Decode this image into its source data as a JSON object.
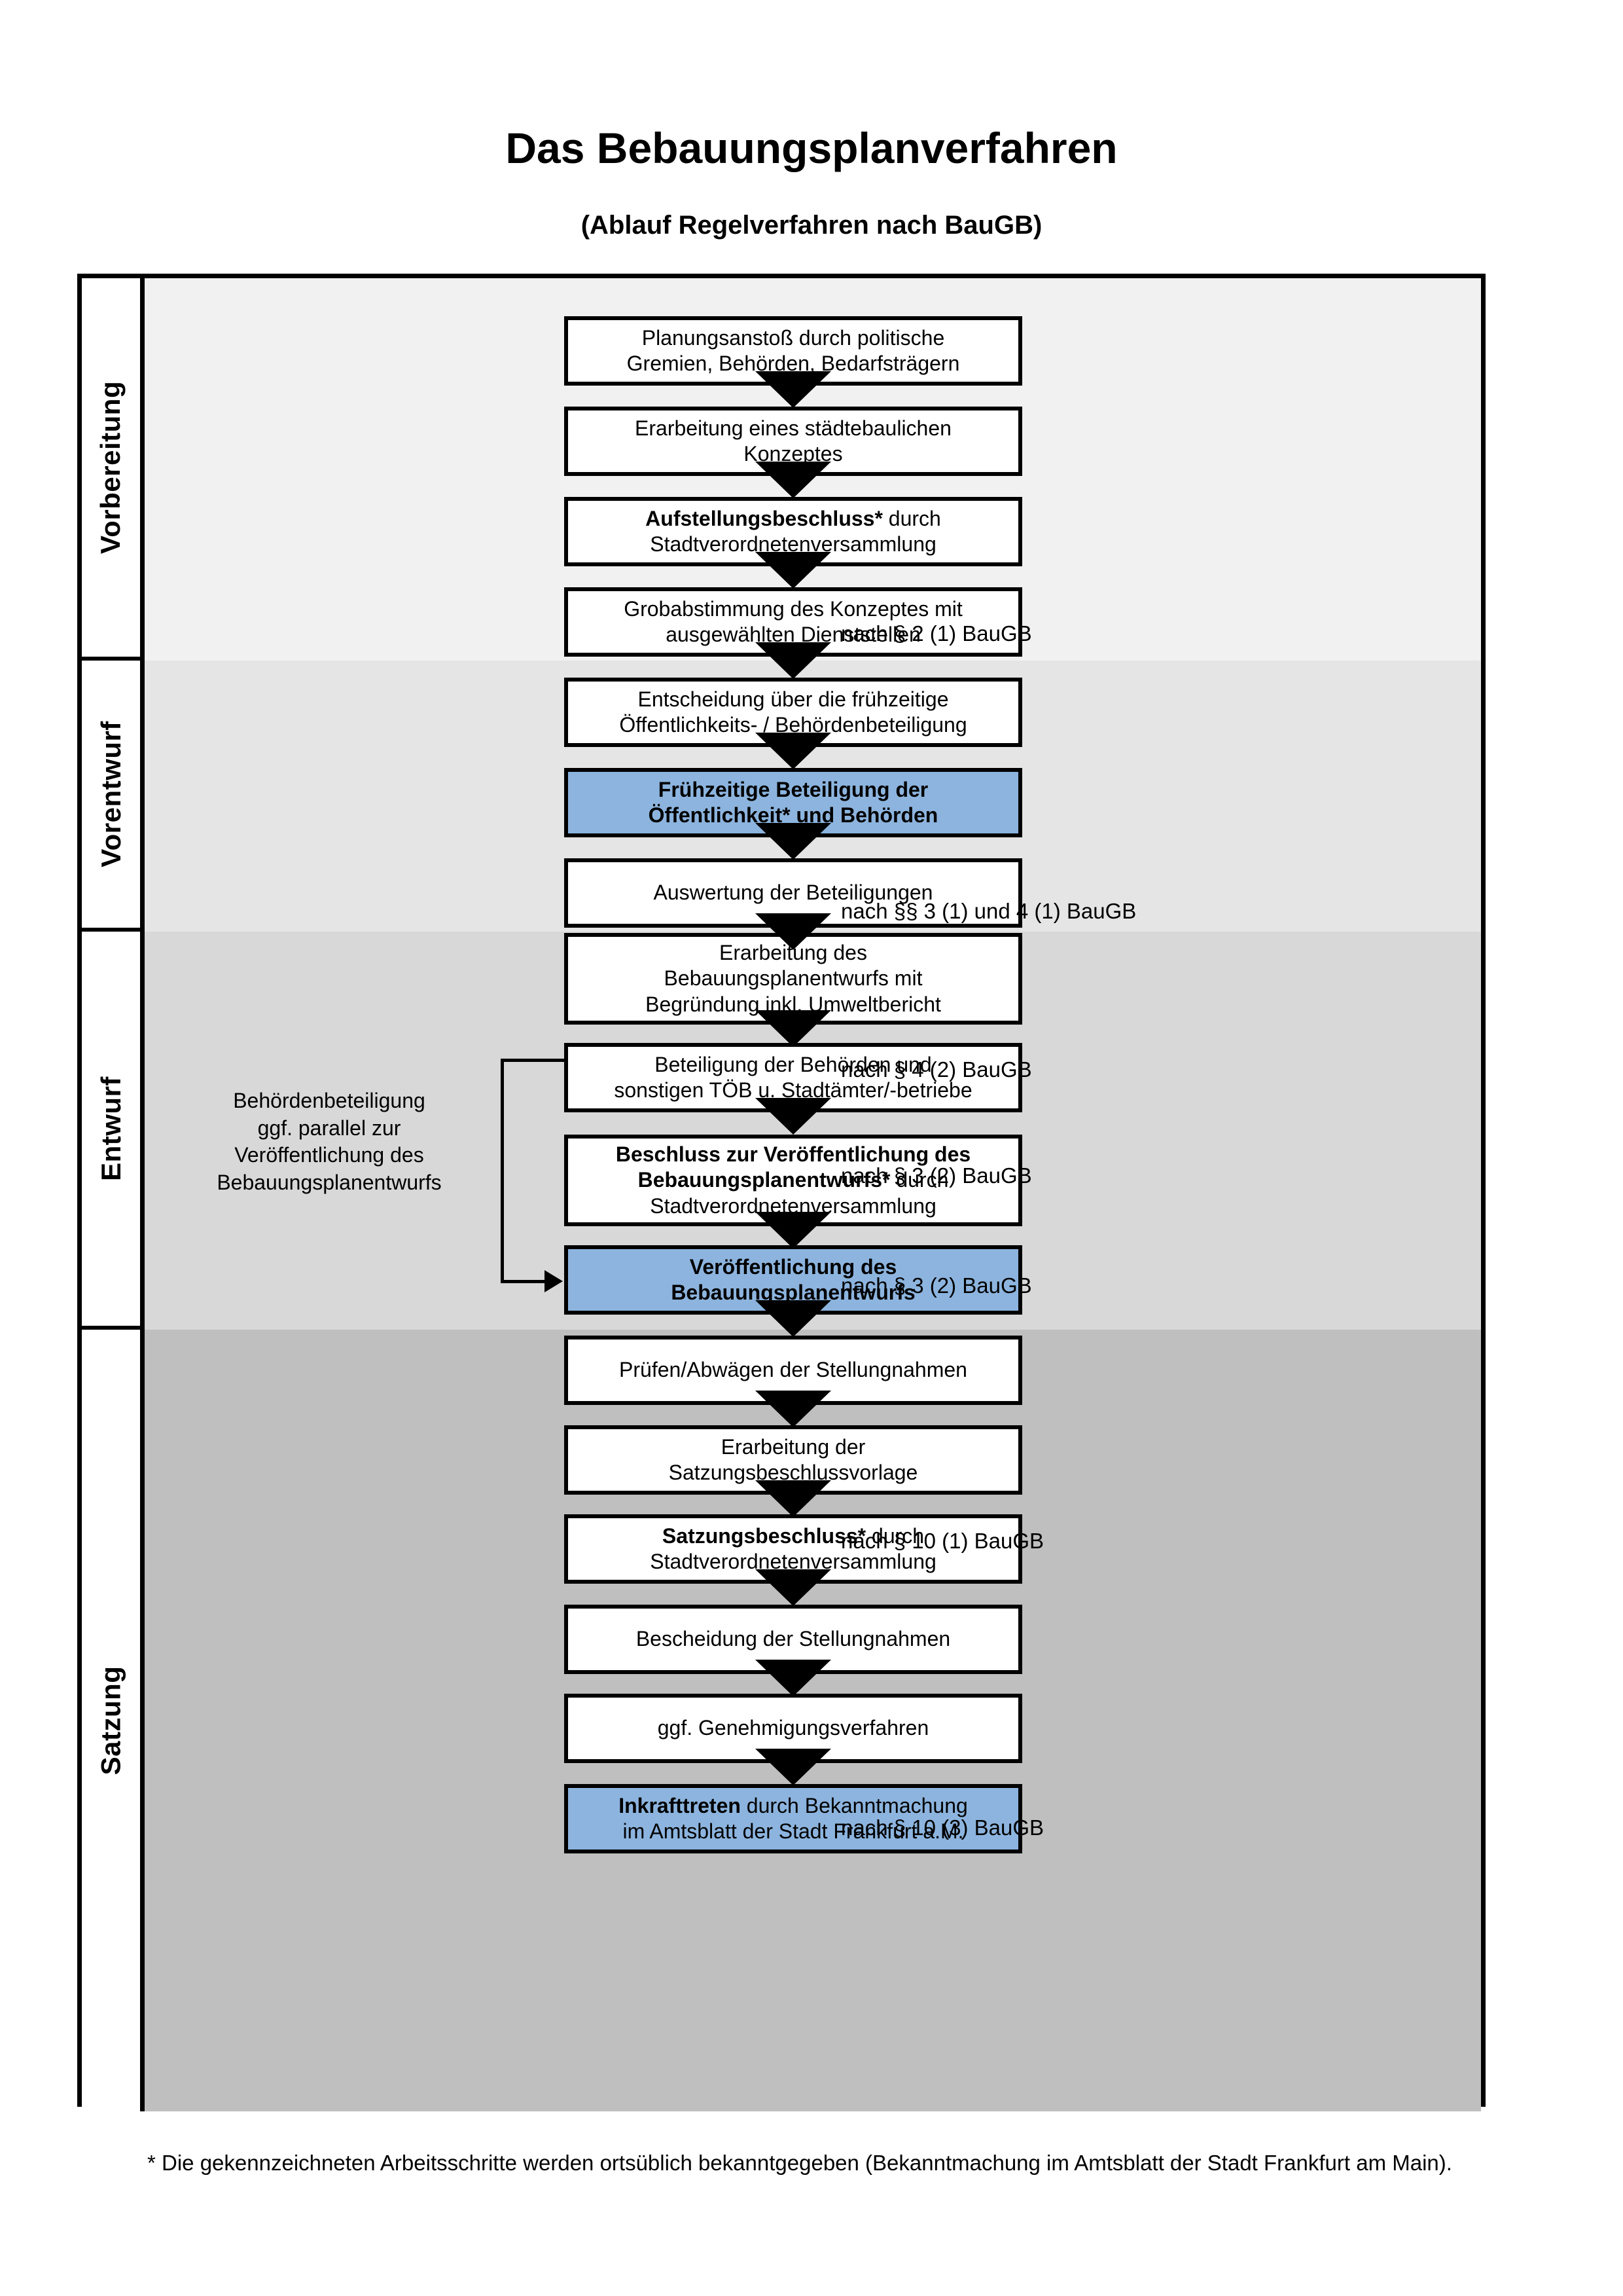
{
  "header": {
    "title": "Das Bebauungsplanverfahren",
    "subtitle": "(Ablauf Regelverfahren nach BauGB)"
  },
  "stages": [
    {
      "id": "vorbereitung",
      "label": "Vorbereitung",
      "band_color": "#f1f1f1"
    },
    {
      "id": "vorentwurf",
      "label": "Vorentwurf",
      "band_color": "#e5e5e5"
    },
    {
      "id": "entwurf",
      "label": "Entwurf",
      "band_color": "#d8d8d8"
    },
    {
      "id": "satzung",
      "label": "Satzung",
      "band_color": "#bfbfbf"
    }
  ],
  "nodes": [
    {
      "id": "n1",
      "stage": "vorbereitung",
      "highlight": false,
      "lines": [
        {
          "text": "Planungsanstoß durch politische",
          "bold": false
        },
        {
          "text": "Gremien, Behörden, Bedarfsträgern",
          "bold": false
        }
      ]
    },
    {
      "id": "n2",
      "stage": "vorbereitung",
      "highlight": false,
      "lines": [
        {
          "text": "Erarbeitung eines städtebaulichen",
          "bold": false
        },
        {
          "text": "Konzeptes",
          "bold": false
        }
      ]
    },
    {
      "id": "n3",
      "stage": "vorbereitung",
      "highlight": false,
      "lines": [
        {
          "text": "Aufstellungsbeschluss*",
          "bold": true,
          "suffix": " durch"
        },
        {
          "text": "Stadtverordnetenversammlung",
          "bold": false
        }
      ]
    },
    {
      "id": "n4",
      "stage": "vorentwurf",
      "highlight": false,
      "lines": [
        {
          "text": "Grobabstimmung des Konzeptes mit",
          "bold": false
        },
        {
          "text": "ausgewählten Dienststellen",
          "bold": false
        }
      ]
    },
    {
      "id": "n5",
      "stage": "vorentwurf",
      "highlight": false,
      "lines": [
        {
          "text": "Entscheidung über die frühzeitige",
          "bold": false
        },
        {
          "text": "Öffentlichkeits- / Behördenbeteiligung",
          "bold": false
        }
      ]
    },
    {
      "id": "n6",
      "stage": "vorentwurf",
      "highlight": true,
      "lines": [
        {
          "text": "Frühzeitige Beteiligung der",
          "bold": true
        },
        {
          "text": "Öffentlichkeit* und Behörden",
          "bold": true
        }
      ]
    },
    {
      "id": "n7",
      "stage": "entwurf",
      "highlight": false,
      "lines": [
        {
          "text": "Auswertung der Beteiligungen",
          "bold": false
        }
      ]
    },
    {
      "id": "n8",
      "stage": "entwurf",
      "highlight": false,
      "lines": [
        {
          "text": "Erarbeitung des",
          "bold": false
        },
        {
          "text": "Bebauungsplanentwurfs mit",
          "bold": false
        },
        {
          "text": "Begründung inkl. Umweltbericht",
          "bold": false
        }
      ]
    },
    {
      "id": "n9",
      "stage": "entwurf",
      "highlight": false,
      "lines": [
        {
          "text": "Beteiligung der Behörden und",
          "bold": false
        },
        {
          "text": "sonstigen TÖB u. Stadtämter/-betriebe",
          "bold": false
        }
      ]
    },
    {
      "id": "n10",
      "stage": "entwurf",
      "highlight": false,
      "lines": [
        {
          "text": "Beschluss zur Veröffentlichung des",
          "bold": true
        },
        {
          "text": "Bebauungsplanentwurfs*",
          "bold": true,
          "suffix": " durch"
        },
        {
          "text": "Stadtverordnetenversammlung",
          "bold": false
        }
      ]
    },
    {
      "id": "n11",
      "stage": "entwurf",
      "highlight": true,
      "lines": [
        {
          "text": "Veröffentlichung des",
          "bold": true
        },
        {
          "text": "Bebauungsplanentwurfs",
          "bold": true
        }
      ]
    },
    {
      "id": "n12",
      "stage": "satzung",
      "highlight": false,
      "lines": [
        {
          "text": "Prüfen/Abwägen der Stellungnahmen",
          "bold": false
        }
      ]
    },
    {
      "id": "n13",
      "stage": "satzung",
      "highlight": false,
      "lines": [
        {
          "text": "Erarbeitung der",
          "bold": false
        },
        {
          "text": "Satzungsbeschlussvorlage",
          "bold": false
        }
      ]
    },
    {
      "id": "n14",
      "stage": "satzung",
      "highlight": false,
      "lines": [
        {
          "text": "Satzungsbeschluss*",
          "bold": true,
          "suffix": " durch"
        },
        {
          "text": "Stadtverordnetenversammlung",
          "bold": false
        }
      ]
    },
    {
      "id": "n15",
      "stage": "satzung",
      "highlight": false,
      "lines": [
        {
          "text": "Bescheidung der Stellungnahmen",
          "bold": false
        }
      ]
    },
    {
      "id": "n16",
      "stage": "satzung",
      "highlight": false,
      "lines": [
        {
          "text": "ggf. Genehmigungsverfahren",
          "bold": false
        }
      ]
    },
    {
      "id": "n17",
      "stage": "satzung",
      "highlight": true,
      "lines": [
        {
          "text": "Inkrafttreten",
          "bold": true,
          "suffix": " durch Bekanntmachung"
        },
        {
          "text": "im Amtsblatt der Stadt Frankfurt a.M.",
          "bold": false
        }
      ]
    }
  ],
  "side_note": {
    "lines": [
      "Behördenbeteiligung",
      "ggf. parallel zur",
      "Veröffentlichung des",
      "Bebauungsplanentwurfs"
    ]
  },
  "references": [
    {
      "id": "r1",
      "text": "nach § 2 (1) BauGB"
    },
    {
      "id": "r2",
      "text": "nach §§ 3 (1) und 4 (1) BauGB"
    },
    {
      "id": "r3",
      "text": "nach § 4 (2) BauGB"
    },
    {
      "id": "r4",
      "text": "nach § 3 (2) BauGB"
    },
    {
      "id": "r5",
      "text": "nach § 3 (2) BauGB"
    },
    {
      "id": "r6",
      "text": "nach § 10 (1) BauGB"
    },
    {
      "id": "r7",
      "text": "nach § 10 (3) BauGB"
    }
  ],
  "footnote": {
    "text": "* Die gekennzeichneten Arbeitsschritte werden ortsüblich bekanntgegeben (Bekanntmachung im Amtsblatt  der Stadt Frankfurt am Main)."
  },
  "colors": {
    "highlight_fill": "#8cb4de",
    "stroke": "#000000"
  }
}
